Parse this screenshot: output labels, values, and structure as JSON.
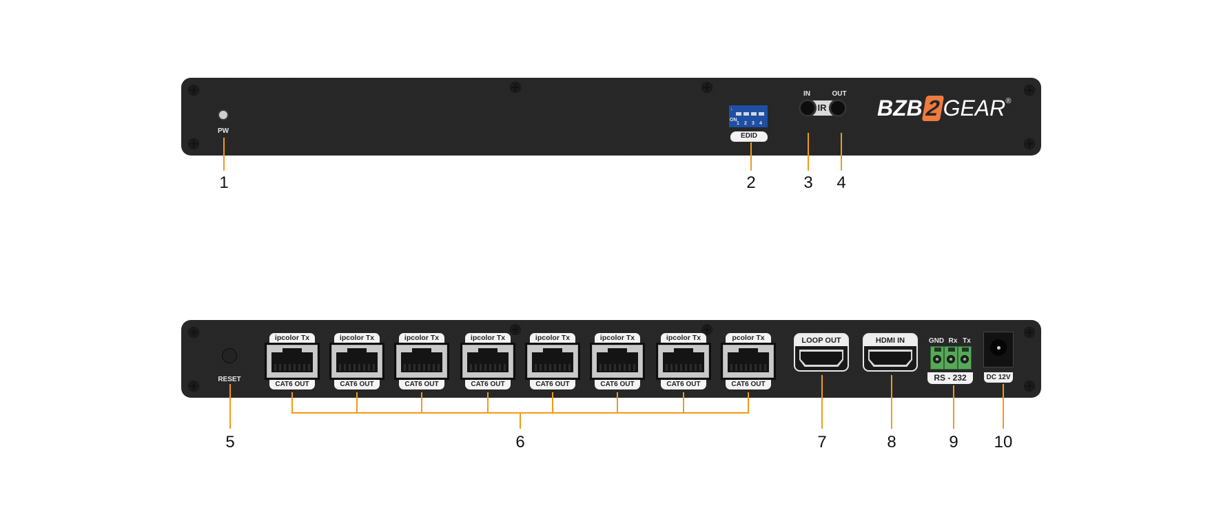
{
  "front_panel": {
    "power_led_label": "PW",
    "edid_switch": {
      "label": "EDID",
      "on_label": "ON",
      "positions": [
        "1",
        "2",
        "3",
        "4"
      ]
    },
    "ir": {
      "in_label": "IN",
      "out_label": "OUT",
      "center_label": "IR"
    },
    "brand": {
      "left": "BZB",
      "middle": "2",
      "right": "GEAR",
      "registered": "®",
      "accent_color": "#ef7b3f"
    },
    "callouts": [
      "1",
      "2",
      "3",
      "4"
    ]
  },
  "rear_panel": {
    "reset_label": "RESET",
    "rj45_ports": [
      {
        "top": "ipcolor Tx",
        "bottom": "CAT6 OUT"
      },
      {
        "top": "ipcolor Tx",
        "bottom": "CAT6 OUT"
      },
      {
        "top": "ipcolor Tx",
        "bottom": "CAT6 OUT"
      },
      {
        "top": "ipcolor Tx",
        "bottom": "CAT6 OUT"
      },
      {
        "top": "ipcolor Tx",
        "bottom": "CAT6 OUT"
      },
      {
        "top": "ipcolor Tx",
        "bottom": "CAT6 OUT"
      },
      {
        "top": "ipcolor Tx",
        "bottom": "CAT6 OUT"
      },
      {
        "top": "pcolor Tx",
        "bottom": "CAT6 OUT"
      }
    ],
    "loop_out_label": "LOOP OUT",
    "hdmi_in_label": "HDMI IN",
    "rs232": {
      "pins": [
        "GND",
        "Rx",
        "Tx"
      ],
      "label": "RS - 232"
    },
    "dc_label": "DC 12V",
    "callouts": [
      "5",
      "6",
      "7",
      "8",
      "9",
      "10"
    ]
  },
  "colors": {
    "panel": "#262626",
    "callout_line": "#f29a17",
    "dip_blue": "#1f4fa3",
    "terminal_green": "#58a85a"
  }
}
